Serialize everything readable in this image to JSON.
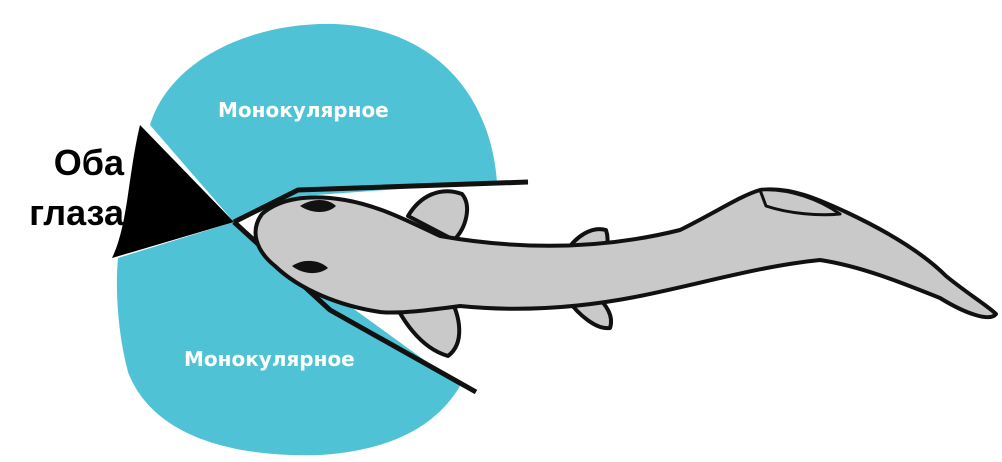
{
  "labels": {
    "binocular_line1": "Оба",
    "binocular_line2": "глаза",
    "monocular_top": "Монокулярное",
    "monocular_bottom": "Монокулярное"
  },
  "colors": {
    "monocular_field": "#4fc3d5",
    "binocular_field": "#000000",
    "shark_body": "#c9c9c9",
    "outline": "#111111",
    "background": "#ffffff"
  }
}
